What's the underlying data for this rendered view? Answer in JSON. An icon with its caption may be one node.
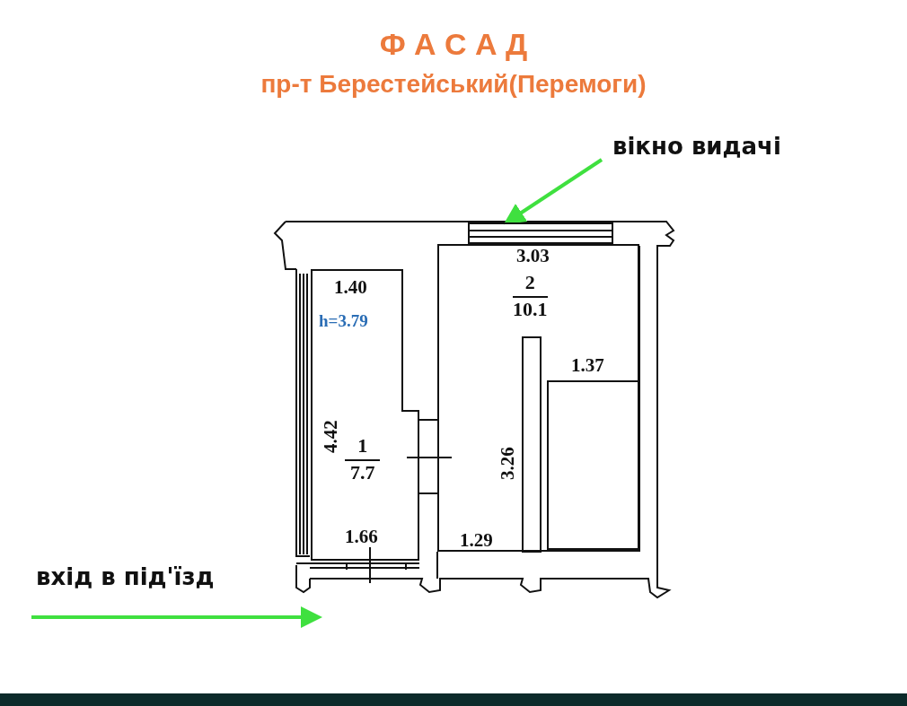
{
  "diagram": {
    "title": "Ф А С А Д",
    "nodes": [
      {
        "text": [
          "1",
          "7.7"
        ]
      },
      {
        "text": [
          "2",
          "10.1"
        ]
      },
      {
        "text": [
          "вікно видачі"
        ]
      },
      {
        "text": [],
        "shape": "box"
      },
      {
        "text": [
          "вхід в під'їзд"
        ]
      }
    ],
    "edges": [
      {
        "from": 2,
        "to": 3,
        "arrow": "to"
      },
      {
        "from": 4,
        "to": null,
        "arrow": "to"
      }
    ],
    "labels": [
      "пр-т Берестейський(Перемоги)",
      "3.03",
      "1.40",
      "h=3.79",
      "1.37",
      "4.42",
      "3.26",
      "1.66",
      "1.29"
    ]
  }
}
